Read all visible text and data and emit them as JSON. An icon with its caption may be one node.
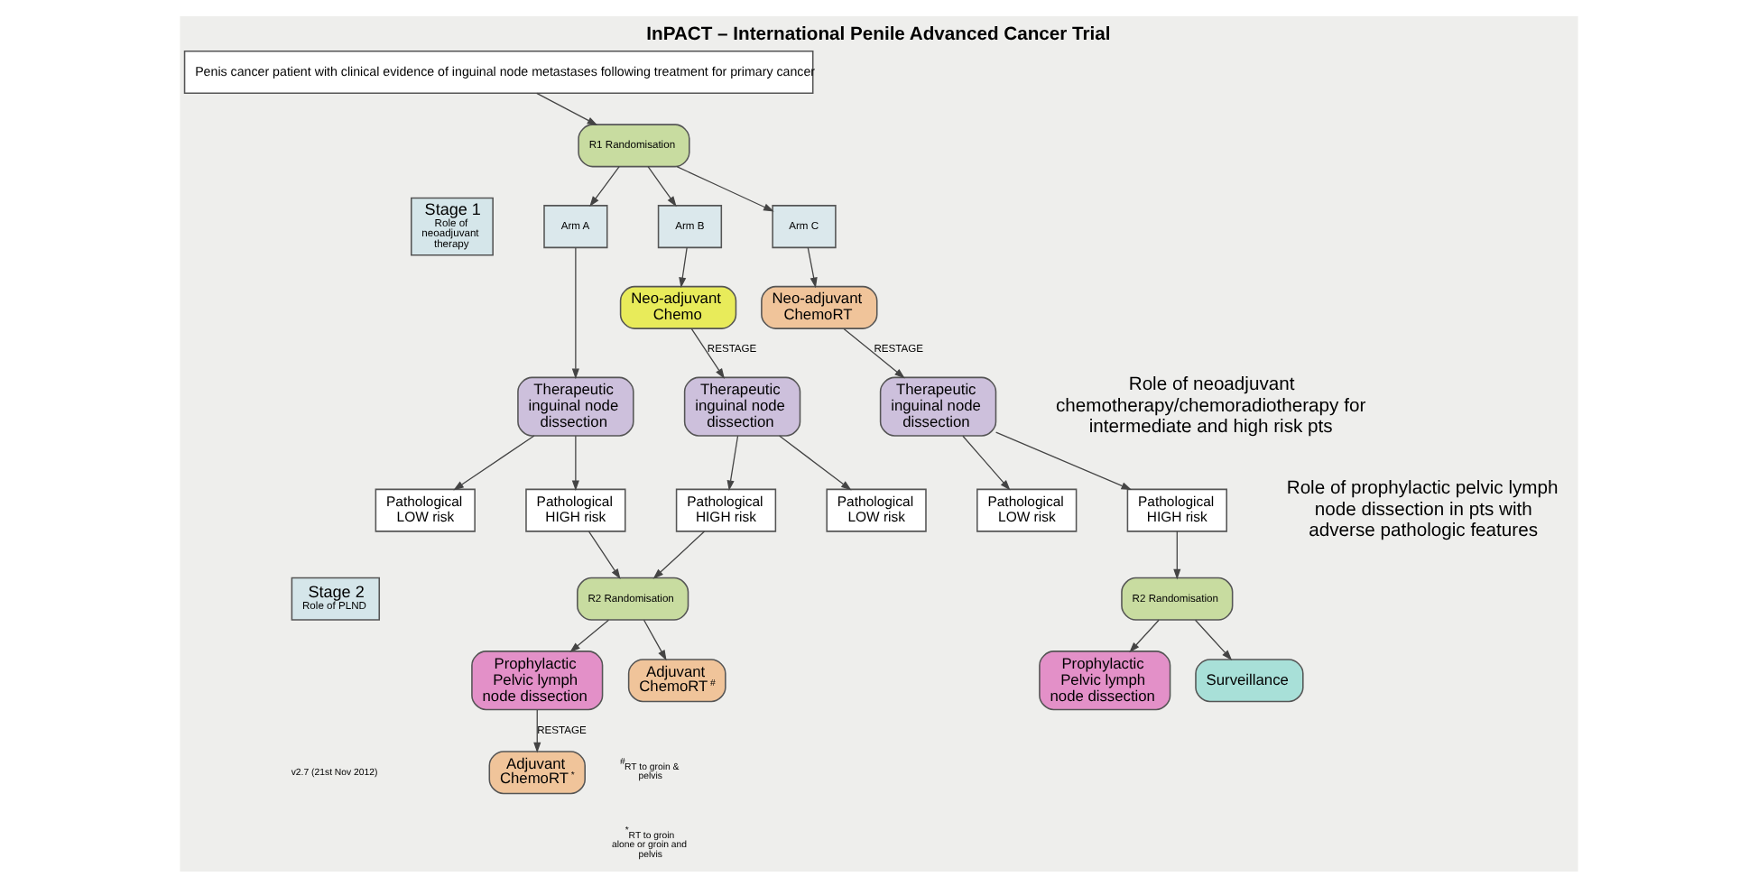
{
  "diagram": {
    "title": "InPACT – International Penile Advanced Cancer Trial",
    "nodes": [
      {
        "text": [
          "Penis cancer patient with clinical evidence of inguinal node metastases following treatment for primary cancer"
        ]
      },
      {
        "text": [
          "R1 Randomisation"
        ]
      },
      {
        "text": [
          "Arm A"
        ]
      },
      {
        "text": [
          "Arm B"
        ]
      },
      {
        "text": [
          "Arm C"
        ]
      },
      {
        "text": [
          "Neo-adjuvant Chemo"
        ]
      },
      {
        "text": [
          "Neo-adjuvant ChemoRT"
        ]
      },
      {
        "text": [
          "Therapeutic inguinal node dissection"
        ]
      },
      {
        "text": [
          "Therapeutic inguinal node dissection"
        ]
      },
      {
        "text": [
          "Therapeutic inguinal node dissection"
        ]
      },
      {
        "text": [
          "Pathological LOW risk"
        ]
      },
      {
        "text": [
          "Pathological HIGH risk"
        ]
      },
      {
        "text": [
          "Pathological HIGH risk"
        ]
      },
      {
        "text": [
          "Pathological LOW risk"
        ]
      },
      {
        "text": [
          "Pathological LOW risk"
        ]
      },
      {
        "text": [
          "Pathological HIGH risk"
        ]
      },
      {
        "text": [
          "R2 Randomisation"
        ]
      },
      {
        "text": [
          "R2 Randomisation"
        ]
      },
      {
        "text": [
          "Adjuvant ChemoRT$^{#}$"
        ]
      },
      {
        "text": [
          "Prophylactic Pelvic lymph node dissection"
        ]
      },
      {
        "text": [
          "Adjuvant ChemoRT$^{*}$"
        ]
      },
      {
        "text": [
          "Surveillance"
        ]
      },
      {
        "text": [
          "Prophylactic Pelvic lymph node dissection"
        ]
      },
      {
        "text": [
          "Stage 1",
          "Role of neoadjuvant therapy"
        ]
      },
      {
        "text": [
          "Stage 2",
          "Role of PLND"
        ]
      }
    ],
    "edges": [
      {
        "from": 0,
        "to": 1,
        "arrow": "to"
      },
      {
        "from": 1,
        "to": 2,
        "arrow": "to"
      },
      {
        "from": 1,
        "to": 3,
        "arrow": "to"
      },
      {
        "from": 1,
        "to": 4,
        "arrow": "to"
      },
      {
        "from": 2,
        "to": 7,
        "arrow": "to"
      },
      {
        "from": 3,
        "to": 5,
        "arrow": "to"
      },
      {
        "from": 5,
        "to": 8,
        "arrow": "to",
        "label": "RESTAGE"
      },
      {
        "from": 4,
        "to": 6,
        "arrow": "to"
      },
      {
        "from": 6,
        "to": 9,
        "arrow": "to",
        "label": "RESTAGE"
      },
      {
        "from": 7,
        "to": 10,
        "arrow": "to"
      },
      {
        "from": 7,
        "to": 11,
        "arrow": "to"
      },
      {
        "from": 8,
        "to": 12,
        "arrow": "to"
      },
      {
        "from": 8,
        "to": 13,
        "arrow": "to"
      },
      {
        "from": 9,
        "to": 14,
        "arrow": "to"
      },
      {
        "from": 9,
        "to": 15,
        "arrow": "to"
      },
      {
        "from": 11,
        "to": 16,
        "arrow": "to"
      },
      {
        "from": 12,
        "to": 16,
        "arrow": "to"
      },
      {
        "from": 15,
        "to": 17,
        "arrow": "to"
      },
      {
        "from": 16,
        "to": 18,
        "arrow": "to"
      },
      {
        "from": 16,
        "to": 19,
        "arrow": "to"
      },
      {
        "from": 19,
        "to": 20,
        "arrow": "to",
        "label": "RESTAGE"
      },
      {
        "from": 17,
        "to": 21,
        "arrow": "to"
      },
      {
        "from": 17,
        "to": 22,
        "arrow": "to"
      }
    ],
    "labels": [
      "Role of neoadjuvant chemotherapy/chemoradiotherapy for intermediate and high risk pts",
      "Role of prophylactic pelvic lymph node dissection in pts with adverse pathologic features",
      "v2.7 (21st Nov 2012)",
      "$^{#}$RT to groin & pelvis",
      "$^{*}$RT to groin alone or groin and pelvis"
    ]
  }
}
